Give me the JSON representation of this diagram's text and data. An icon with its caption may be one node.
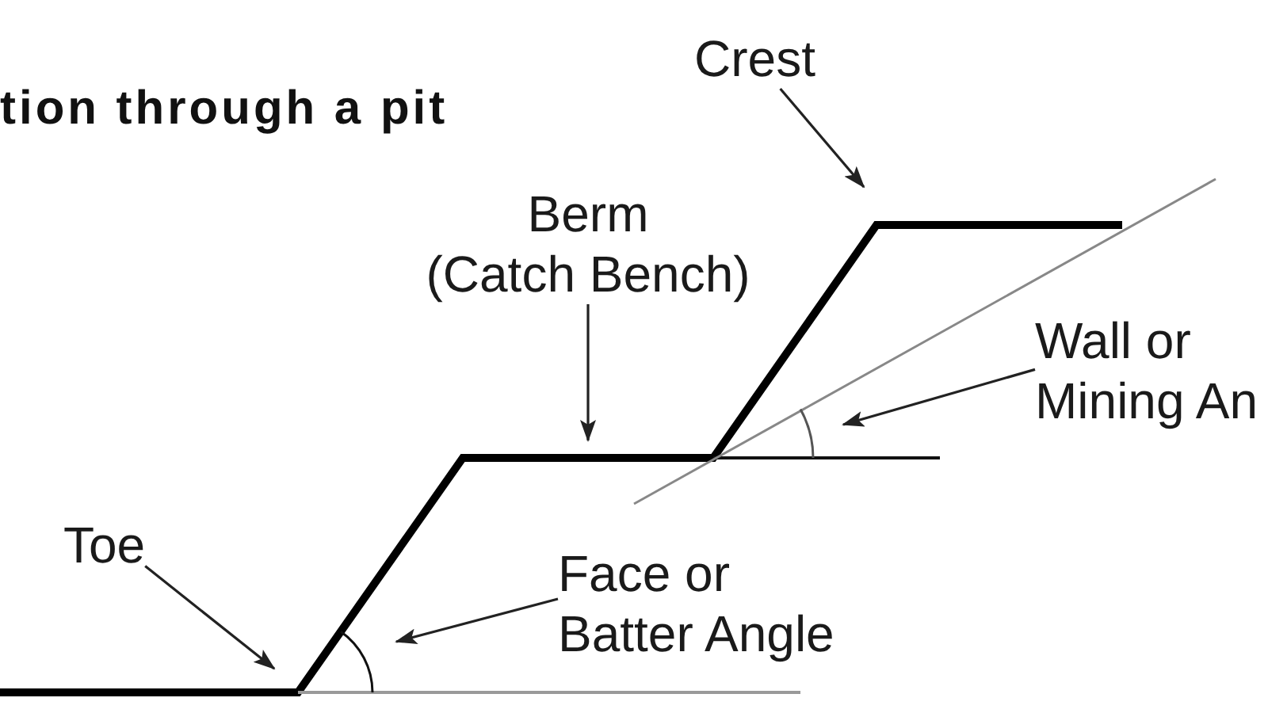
{
  "diagram": {
    "title": "tion through a pit",
    "nodes": [
      {
        "text": [
          "Crest"
        ]
      },
      {
        "text": [
          "Berm (Catch Bench)"
        ]
      },
      {
        "text": [
          "Wall or Mining An"
        ]
      },
      {
        "text": [
          "Toe"
        ]
      },
      {
        "text": [
          "Face or Batter Angle"
        ]
      }
    ],
    "edges": [
      {
        "from": 0,
        "to": null,
        "arrow": "to"
      },
      {
        "from": 1,
        "to": null,
        "arrow": "to"
      },
      {
        "from": 2,
        "to": null,
        "arrow": "to"
      },
      {
        "from": 3,
        "to": null,
        "arrow": "to"
      },
      {
        "from": 4,
        "to": null,
        "arrow": "to"
      }
    ]
  }
}
